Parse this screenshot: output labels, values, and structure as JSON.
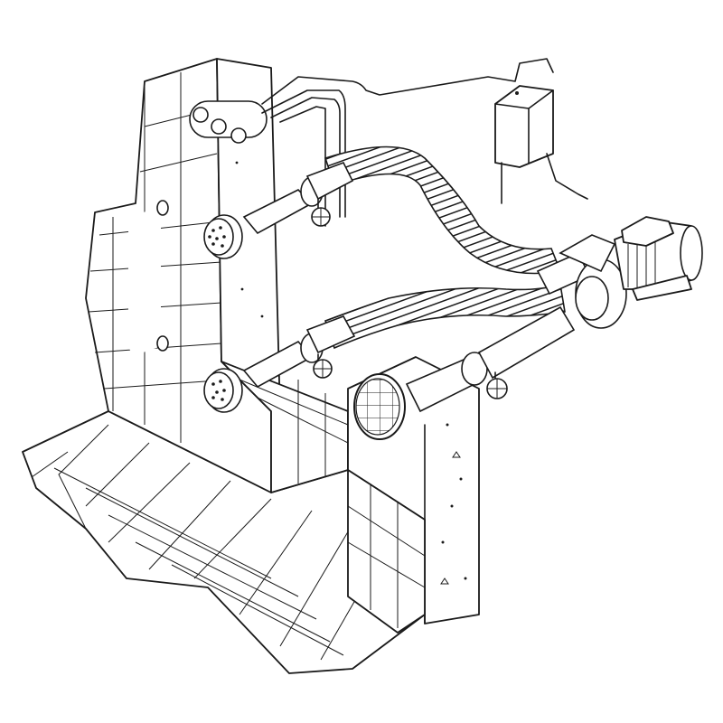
{
  "diagram": {
    "subject": "pool-counter-current-system",
    "parts": [
      "pool-wall",
      "pool-floor",
      "jet-nozzle",
      "suction-grate",
      "pump-motor",
      "control-box",
      "valve-wheel",
      "flexible-hose",
      "air-tubes"
    ],
    "colors": {
      "ink": "#1a1a1a",
      "paper": "#ffffff"
    }
  }
}
